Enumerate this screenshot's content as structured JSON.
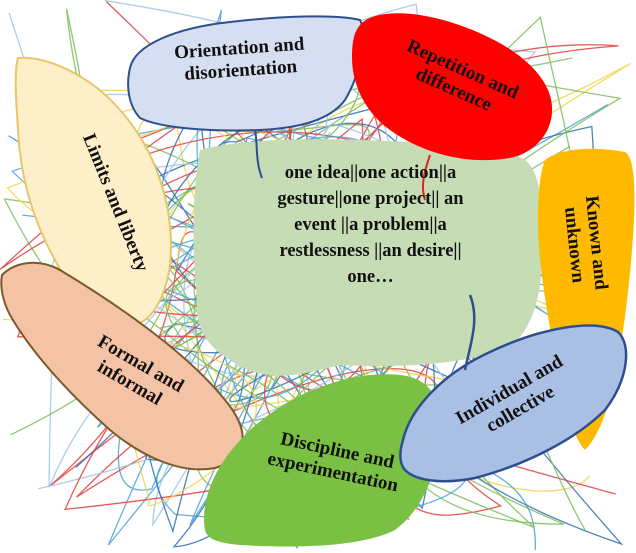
{
  "center_text": "one idea||one action||a\ngesture||one project|| an\nevent  ||a problem||a\nrestlessness ||an desire||\none…",
  "bubbles": {
    "orientation": "Orientation and\ndisorientation",
    "repetition": "Repetition and\ndifference",
    "limits": "Limits and liberty",
    "known": "Known and\nunknown",
    "formal": "Formal and\ninformal",
    "individual": "Individual  and\ncollective",
    "discipline": "Discipline and\nexperimentation"
  },
  "colors": {
    "center": "#c5dcb5",
    "orientation": "#d6dff1",
    "repetition": "#ff0000",
    "limits": "#fdefc8",
    "known": "#ffba00",
    "formal": "#f4c2a4",
    "individual": "#a9c0e4",
    "discipline": "#7ac143",
    "bubble_border": "#2e4f8f",
    "scribble_colors": [
      "#e33d3d",
      "#4aa3d6",
      "#f2d44a",
      "#7dbd5a",
      "#2f6fb3",
      "#9bc6e3"
    ]
  }
}
